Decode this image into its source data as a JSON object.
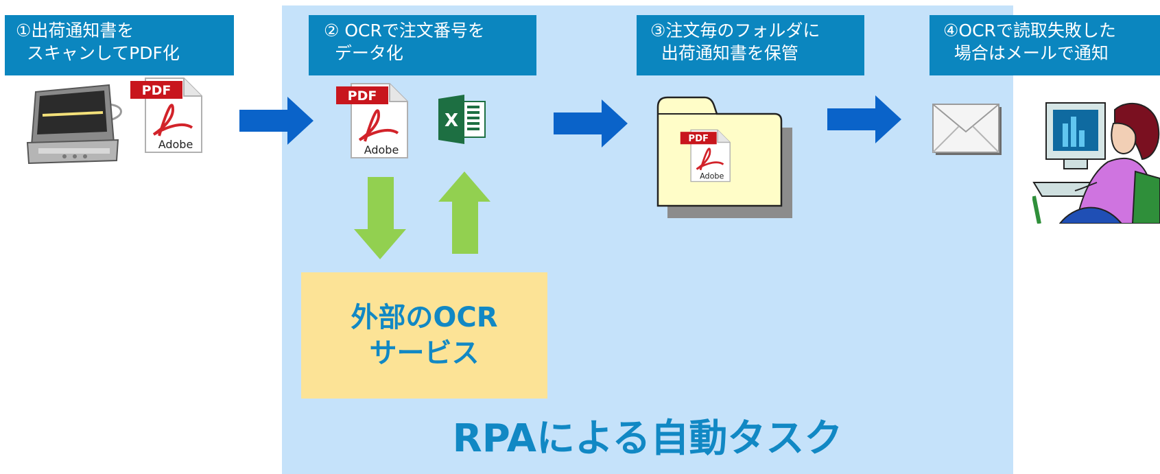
{
  "steps": [
    {
      "label": "①出荷通知書を\n  スキャンしてPDF化"
    },
    {
      "label": "② OCRで注文番号を\n  データ化"
    },
    {
      "label": "③注文毎のフォルダに\n  出荷通知書を保管"
    },
    {
      "label": "④OCRで読取失敗した\n  場合はメールで通知"
    }
  ],
  "ocr_service": {
    "label": "外部のOCR\nサービス"
  },
  "rpa": {
    "title": "RPAによる自動タスク"
  },
  "icons": {
    "pdf_badge": "PDF",
    "pdf_brand": "Adobe",
    "excel_letter": "X"
  },
  "colors": {
    "label_bg": "#0b86bf",
    "rpa_bg": "#c5e2fa",
    "flow_arrow": "#0a63c9",
    "ocr_arrow": "#92d050",
    "ocr_box": "#fce396",
    "accent_text": "#1188c4"
  }
}
